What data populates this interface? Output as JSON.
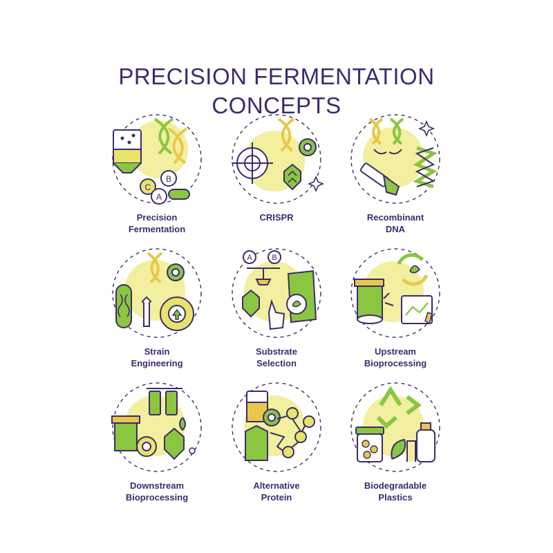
{
  "title": {
    "line1": "PRECISION FERMENTATION",
    "line2": "CONCEPTS"
  },
  "colors": {
    "text": "#3d2a6e",
    "yellow": "#f2ef9e",
    "green": "#8ac640",
    "outline": "#3d2a6e"
  },
  "concepts": [
    {
      "lines": [
        "Precision",
        "Fermentation"
      ],
      "icon": "fermentation-tank-dna-vitamins-icon"
    },
    {
      "lines": [
        "CRISPR"
      ],
      "icon": "crosshair-dna-gear-hops-icon"
    },
    {
      "lines": [
        "Recombinant",
        "DNA"
      ],
      "icon": "dna-syringe-hops-icon"
    },
    {
      "lines": [
        "Strain",
        "Engineering"
      ],
      "icon": "test-tube-gear-wrench-icon"
    },
    {
      "lines": [
        "Substrate",
        "Selection"
      ],
      "icon": "scale-bag-hops-hand-icon"
    },
    {
      "lines": [
        "Upstream",
        "Bioprocessing"
      ],
      "icon": "bioreactor-recycle-panel-icon"
    },
    {
      "lines": [
        "Downstream",
        "Bioprocessing"
      ],
      "icon": "filters-gear-hops-icon"
    },
    {
      "lines": [
        "Alternative",
        "Protein"
      ],
      "icon": "milk-carton-molecule-gear-icon"
    },
    {
      "lines": [
        "Biodegradable",
        "Plastics"
      ],
      "icon": "recycle-jar-bottle-leaf-icon"
    }
  ]
}
